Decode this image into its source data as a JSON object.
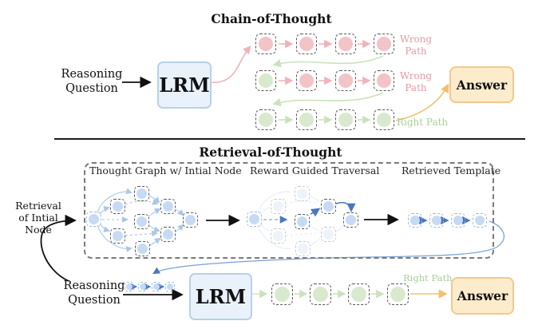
{
  "top": {
    "title": "Chain-of-Thought",
    "input_label": "Reasoning Question",
    "model_label": "LRM",
    "row1_path_label": "Wrong Path",
    "row2_path_label": "Wrong Path",
    "row3_path_label": "Right Path",
    "answer_label": "Answer"
  },
  "bottom": {
    "title": "Retrieval-of-Thought",
    "retrieval_label": "Retrieval of Intial Node",
    "graph_label": "Thought Graph w/ Intial Node",
    "traversal_label": "Reward Guided Traversal",
    "template_label": "Retrieved Template",
    "input_label": "Reasoning Question",
    "model_label": "LRM",
    "path_label": "Right Path",
    "answer_label": "Answer"
  },
  "colors": {
    "wrong_node": "#f2c3c7",
    "right_node": "#d9e9ce",
    "graph_node": "#c6dbf3",
    "wrong_arrow": "#f0b3bb",
    "right_arrow": "#cbe2bc",
    "answer_arrow": "#f2c06f",
    "graph_arrow_light": "#b5d0ec",
    "graph_arrow_dark": "#4a77c0",
    "model_box_bg": "#e9f2fb",
    "model_box_border": "#b6d1ea",
    "answer_box_bg": "#fdeccb",
    "answer_box_border": "#f3c88e",
    "wrong_text": "#e899a5",
    "right_text": "#a9cf9a"
  }
}
